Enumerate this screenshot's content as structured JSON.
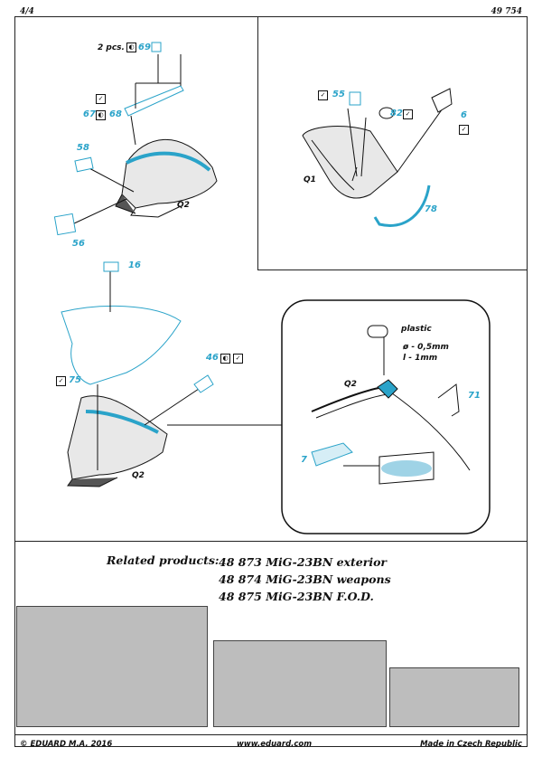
{
  "header": {
    "page_number": "4/4",
    "catalog_number": "49 754"
  },
  "panel1": {
    "quantity": "2 pcs.",
    "parts": [
      "69",
      "67",
      "68",
      "58",
      "56"
    ],
    "assembly": "Q2"
  },
  "panel2": {
    "parts": [
      "55",
      "82",
      "6",
      "78"
    ],
    "assembly": "Q1"
  },
  "panel3": {
    "parts": [
      "16",
      "46",
      "75"
    ],
    "assembly": "Q2"
  },
  "detail": {
    "material": "plastic",
    "diameter": "ø - 0,5mm",
    "length": "l - 1mm",
    "assembly": "Q2",
    "parts": [
      "71",
      "7"
    ]
  },
  "related": {
    "heading": "Related products:",
    "items": [
      "48 873 MiG-23BN exterior",
      "48 874 MiG-23BN weapons",
      "48 875 MiG-23BN F.O.D."
    ]
  },
  "footer": {
    "copyright": "© EDUARD M.A. 2016",
    "website": "www.eduard.com",
    "origin": "Made in Czech Republic"
  },
  "colors": {
    "accent": "#2aa3c9",
    "ink": "#111111",
    "sheet_gray": "#bdbdbd"
  }
}
